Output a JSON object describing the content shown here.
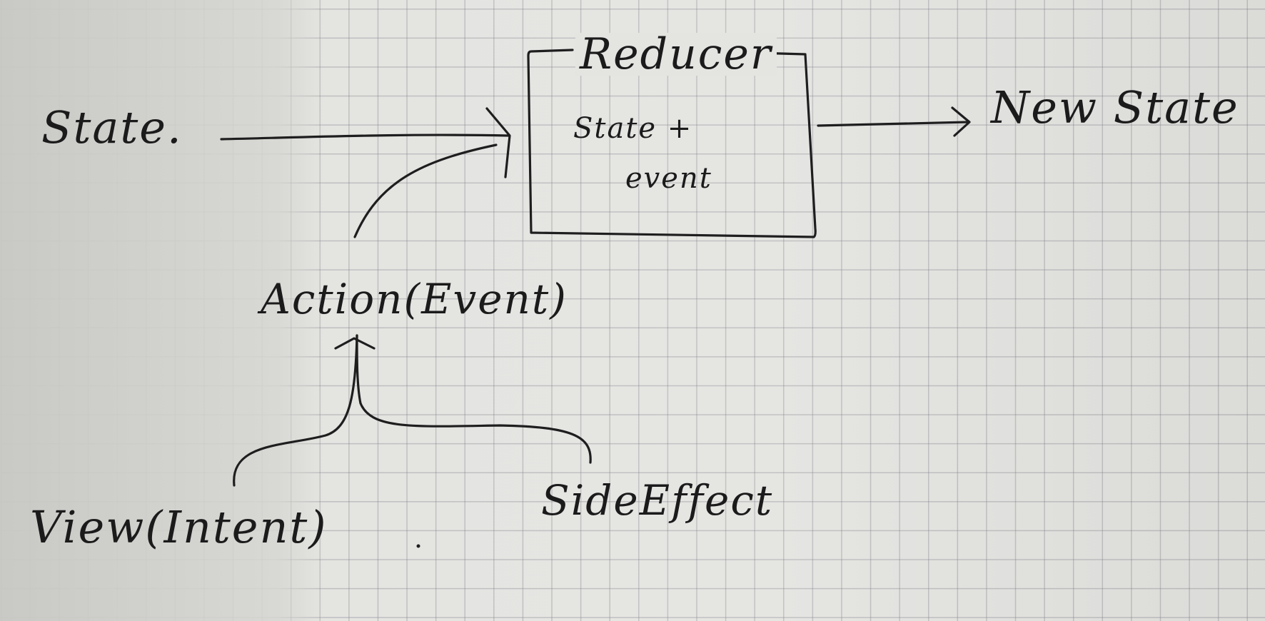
{
  "diagram": {
    "state": "State.",
    "reducer": {
      "title": "Reducer",
      "line1": "State +",
      "line2": "event"
    },
    "new_state": "New State",
    "action": "Action(Event)",
    "view": "View(Intent)",
    "side_effect": "SideEffect"
  },
  "colors": {
    "ink": "#1e1e1f",
    "paper": "#e4e4e1",
    "grid": "#8a8a92"
  }
}
